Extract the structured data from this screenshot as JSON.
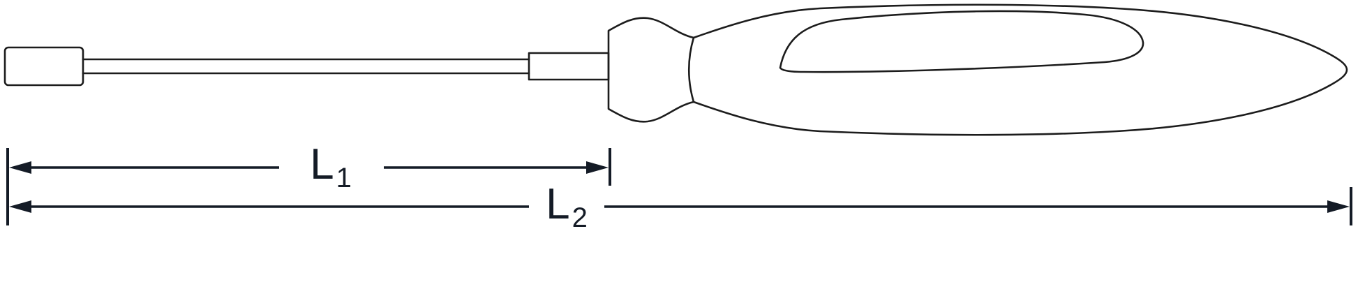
{
  "colors": {
    "background": "#ffffff",
    "drawing_line": "#1c1c1c",
    "dimension_line": "#141b26",
    "label_text": "#141b26"
  },
  "dimensions": {
    "l1": {
      "letter": "L",
      "subscript": "1"
    },
    "l2": {
      "letter": "L",
      "subscript": "2"
    }
  }
}
